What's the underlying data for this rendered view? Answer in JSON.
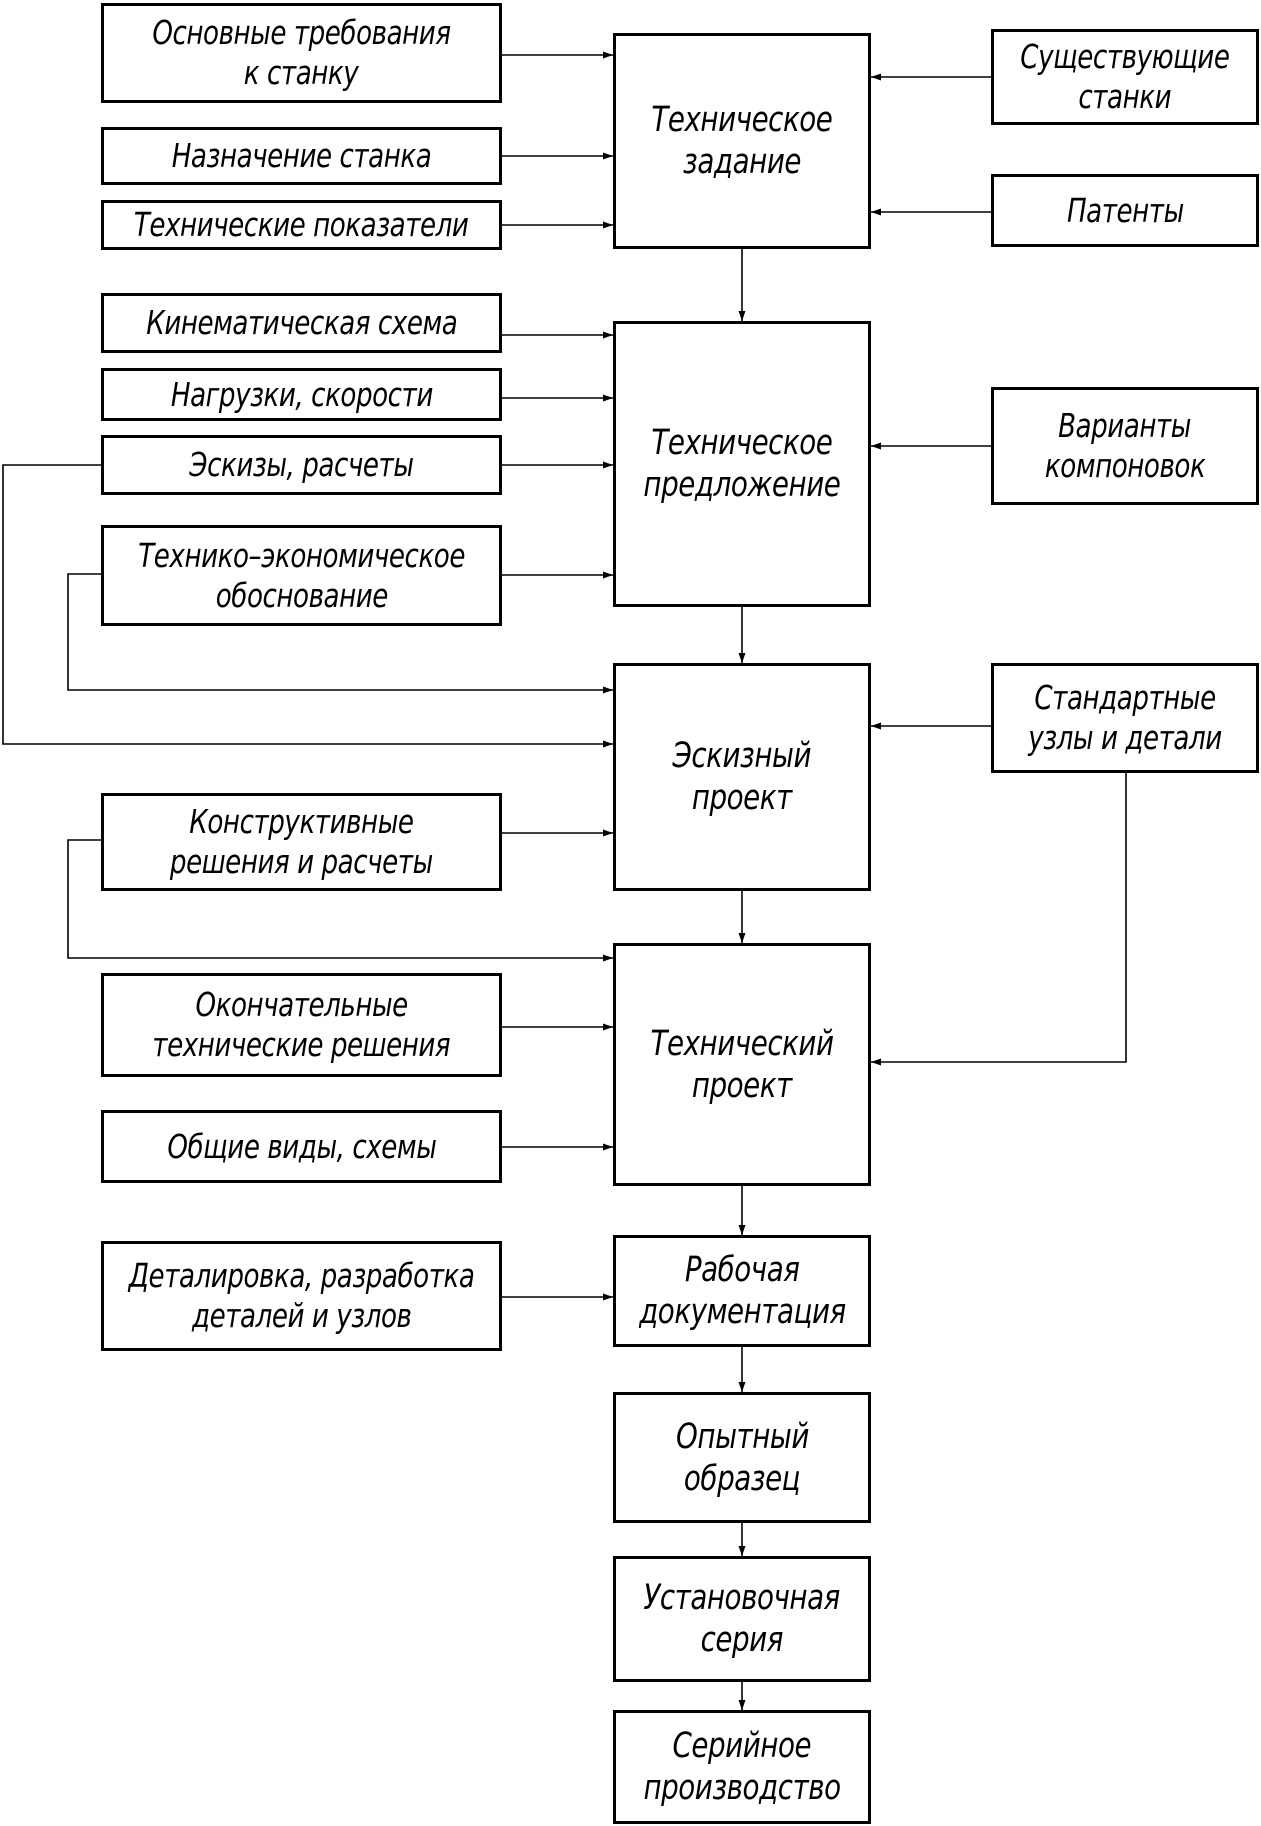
{
  "process_stages": {
    "tech_assignment": [
      "Техническое",
      "задание"
    ],
    "tech_proposal": [
      "Техническое",
      "предложение"
    ],
    "draft_project": [
      "Эскизный",
      "проект"
    ],
    "tech_project": [
      "Технический",
      "проект"
    ],
    "working_docs": [
      "Рабочая",
      "документация"
    ],
    "prototype": [
      "Опытный",
      "образец"
    ],
    "pilot_series": [
      "Установочная",
      "серия"
    ],
    "serial_production": [
      "Серийное",
      "производство"
    ]
  },
  "inputs": {
    "basic_requirements": [
      "Основные требования",
      "к станку"
    ],
    "machine_purpose": [
      "Назначение станка"
    ],
    "tech_indicators": [
      "Технические показатели"
    ],
    "existing_machines": [
      "Существующие",
      "станки"
    ],
    "patents": [
      "Патенты"
    ],
    "kinematic_scheme": [
      "Кинематическая схема"
    ],
    "loads_speeds": [
      "Нагрузки, скорости"
    ],
    "sketches_calcs": [
      "Эскизы, расчеты"
    ],
    "feasibility_study": [
      "Технико–экономическое",
      "обоснование"
    ],
    "layout_variants": [
      "Варианты",
      "компоновок"
    ],
    "standard_units": [
      "Стандартные",
      "узлы и детали"
    ],
    "design_solutions": [
      "Конструктивные",
      "решения и расчеты"
    ],
    "final_solutions": [
      "Окончательные",
      "технические решения"
    ],
    "general_views": [
      "Общие виды, схемы"
    ],
    "detailing": [
      "Деталировка, разработка",
      "деталей и узлов"
    ]
  }
}
